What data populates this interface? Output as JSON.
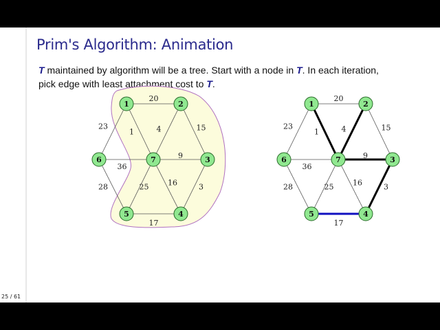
{
  "slide": {
    "title": "Prim's Algorithm: Animation",
    "line1_a": "maintained by algorithm will be a tree. Start with a node in",
    "line1_b": ". In each iteration,",
    "line2": "pick edge with least attachment cost to",
    "line2_end": ".",
    "T": "T",
    "page": "25 / 61"
  },
  "graph": {
    "nodes": [
      {
        "id": "1"
      },
      {
        "id": "2"
      },
      {
        "id": "3"
      },
      {
        "id": "4"
      },
      {
        "id": "5"
      },
      {
        "id": "6"
      },
      {
        "id": "7"
      }
    ],
    "edges": [
      {
        "u": "1",
        "v": "2",
        "w": "20"
      },
      {
        "u": "1",
        "v": "6",
        "w": "23"
      },
      {
        "u": "1",
        "v": "7",
        "w": "1"
      },
      {
        "u": "2",
        "v": "7",
        "w": "4"
      },
      {
        "u": "2",
        "v": "3",
        "w": "15"
      },
      {
        "u": "6",
        "v": "7",
        "w": "36"
      },
      {
        "u": "7",
        "v": "3",
        "w": "9"
      },
      {
        "u": "6",
        "v": "5",
        "w": "28"
      },
      {
        "u": "7",
        "v": "5",
        "w": "25"
      },
      {
        "u": "7",
        "v": "4",
        "w": "16"
      },
      {
        "u": "3",
        "v": "4",
        "w": "3"
      },
      {
        "u": "5",
        "v": "4",
        "w": "17"
      }
    ],
    "left_tree_set": [
      "1",
      "2",
      "3",
      "4",
      "5",
      "7"
    ],
    "right_tree_edges": [
      "1-7",
      "2-7",
      "7-3",
      "3-4"
    ],
    "right_new_edge": "5-4",
    "colors": {
      "node": "#90e890",
      "tree_region": "#fcfcdc",
      "region_border": "#b070c0",
      "new_edge": "#1010c0",
      "title": "#2a2a8c"
    }
  }
}
